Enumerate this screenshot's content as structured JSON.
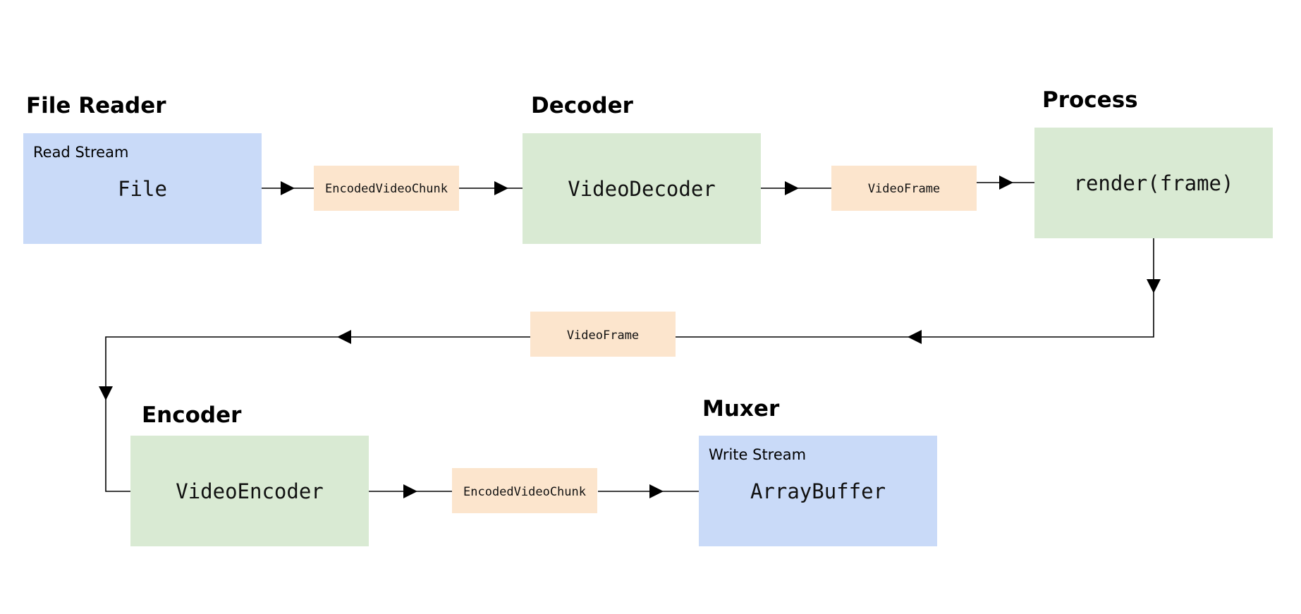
{
  "colors": {
    "io_box": "#c9daf8",
    "codec_box": "#d9ead3",
    "data_box": "#fce5cd",
    "line": "#000000"
  },
  "stages": {
    "file_reader": {
      "title": "File Reader",
      "stream_label": "Read Stream",
      "content": "File"
    },
    "decoder": {
      "title": "Decoder",
      "content": "VideoDecoder"
    },
    "process": {
      "title": "Process",
      "content": "render(frame)"
    },
    "encoder": {
      "title": "Encoder",
      "content": "VideoEncoder"
    },
    "muxer": {
      "title": "Muxer",
      "stream_label": "Write Stream",
      "content": "ArrayBuffer"
    }
  },
  "data_labels": {
    "reader_to_decoder": "EncodedVideoChunk",
    "decoder_to_process": "VideoFrame",
    "process_to_encoder": "VideoFrame",
    "encoder_to_muxer": "EncodedVideoChunk"
  }
}
